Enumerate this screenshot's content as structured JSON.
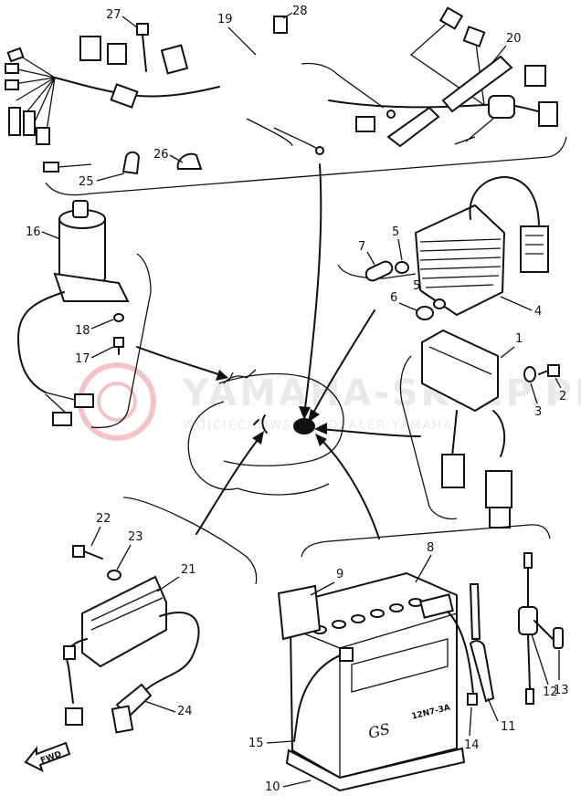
{
  "watermark": {
    "brand": "YAMAHA-SKLEP.PL",
    "tagline": "WOJCIECHOWSCY | DEALER YAMAHA"
  },
  "callouts": [
    {
      "num": "1"
    },
    {
      "num": "2"
    },
    {
      "num": "3"
    },
    {
      "num": "4"
    },
    {
      "num": "5"
    },
    {
      "num": "5"
    },
    {
      "num": "6"
    },
    {
      "num": "7"
    },
    {
      "num": "8"
    },
    {
      "num": "9"
    },
    {
      "num": "10"
    },
    {
      "num": "11"
    },
    {
      "num": "12"
    },
    {
      "num": "13"
    },
    {
      "num": "14"
    },
    {
      "num": "15"
    },
    {
      "num": "16"
    },
    {
      "num": "17"
    },
    {
      "num": "18"
    },
    {
      "num": "19"
    },
    {
      "num": "20"
    },
    {
      "num": "21"
    },
    {
      "num": "22"
    },
    {
      "num": "23"
    },
    {
      "num": "24"
    },
    {
      "num": "25"
    },
    {
      "num": "26"
    },
    {
      "num": "27"
    },
    {
      "num": "28"
    }
  ],
  "battery": {
    "brand": "GS",
    "model": "12N7-3A"
  },
  "fwd_label": "FWD",
  "colors": {
    "line": "#111111",
    "background": "#ffffff",
    "watermark": "#e9e9e9"
  }
}
